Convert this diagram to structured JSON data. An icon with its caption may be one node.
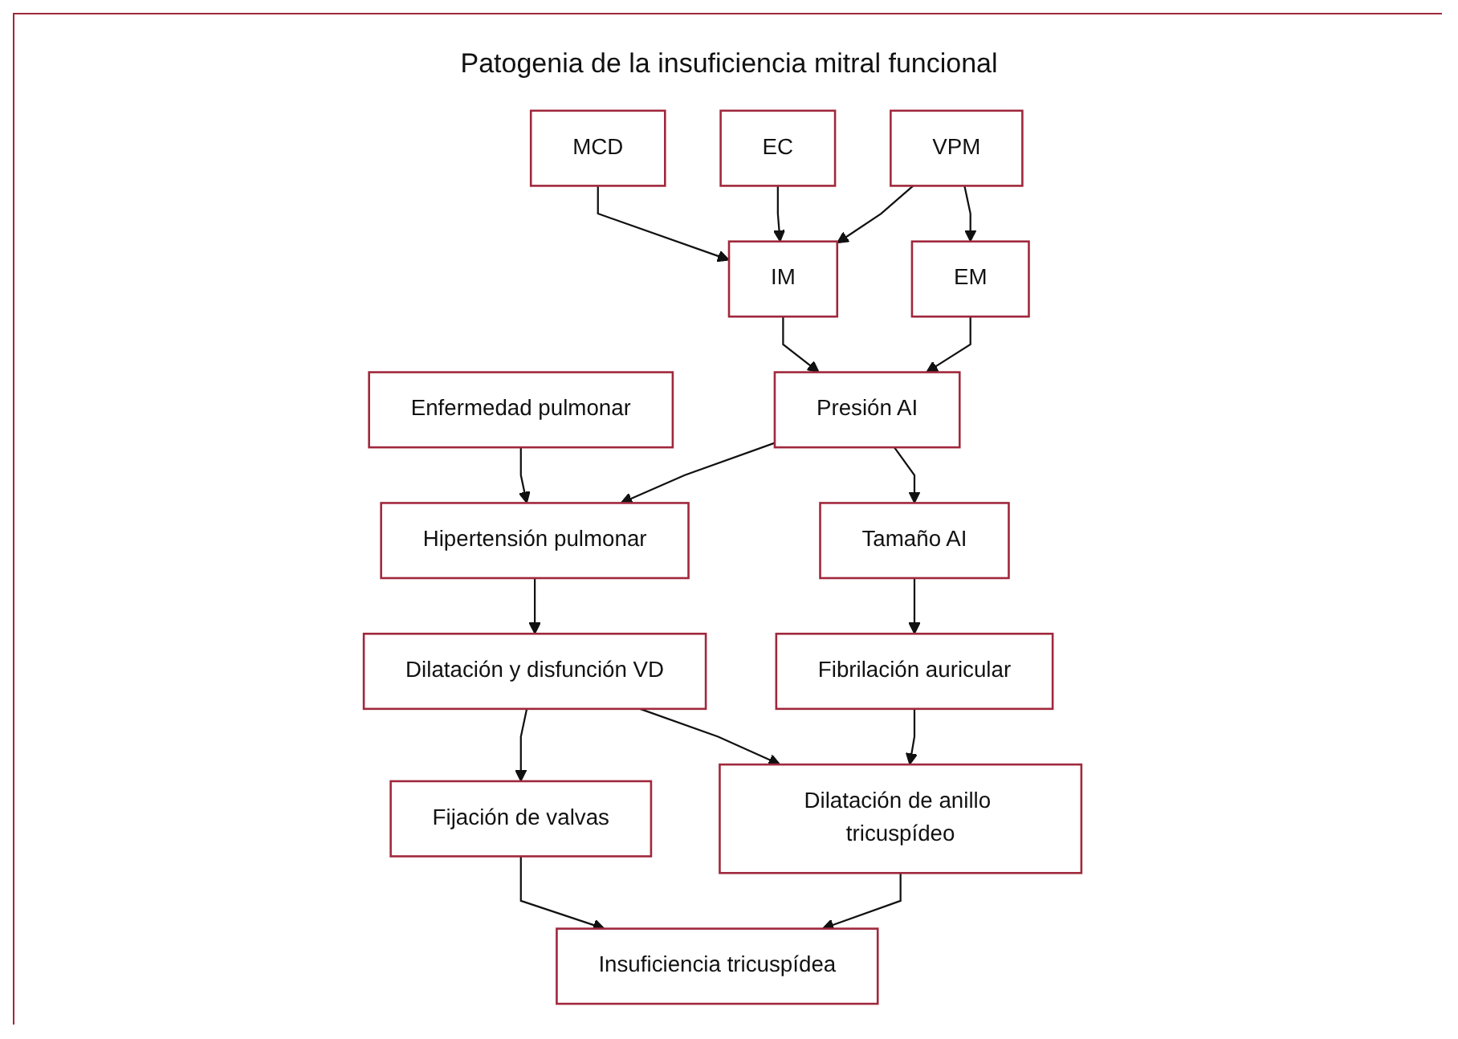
{
  "diagram": {
    "title": "Patogenia de la insuficiencia mitral funcional",
    "nodes": [
      {
        "text": [
          "VPM"
        ]
      },
      {
        "text": [
          "EC"
        ]
      },
      {
        "text": [
          "MCD"
        ]
      },
      {
        "text": [
          "Enfermedad pulmonar"
        ]
      },
      {
        "text": [
          "EM"
        ]
      },
      {
        "text": [
          "IM"
        ]
      },
      {
        "text": [
          "Presión AI"
        ]
      },
      {
        "text": [
          "Tamaño AI"
        ]
      },
      {
        "text": [
          "Hipertensión pulmonar"
        ]
      },
      {
        "text": [
          "Fibrilación auricular"
        ]
      },
      {
        "text": [
          "Dilatación y disfunción VD"
        ]
      },
      {
        "text": [
          "Dilatación de anillo tricuspídeo"
        ]
      },
      {
        "text": [
          "Fijación de valvas"
        ]
      },
      {
        "text": [
          "Insuficiencia tricuspídea"
        ]
      }
    ],
    "edges": [
      {
        "from": 0,
        "to": 4,
        "arrow": "to"
      },
      {
        "from": 0,
        "to": 5,
        "arrow": "to"
      },
      {
        "from": 1,
        "to": 5,
        "arrow": "to"
      },
      {
        "from": 2,
        "to": 5,
        "arrow": "to"
      },
      {
        "from": 4,
        "to": 6,
        "arrow": "to"
      },
      {
        "from": 5,
        "to": 6,
        "arrow": "to"
      },
      {
        "from": 3,
        "to": 8,
        "arrow": "to"
      },
      {
        "from": 6,
        "to": 7,
        "arrow": "to"
      },
      {
        "from": 6,
        "to": 8,
        "arrow": "to"
      },
      {
        "from": 7,
        "to": 9,
        "arrow": "to"
      },
      {
        "from": 8,
        "to": 10,
        "arrow": "to"
      },
      {
        "from": 9,
        "to": 11,
        "arrow": "to"
      },
      {
        "from": 10,
        "to": 11,
        "arrow": "to"
      },
      {
        "from": 10,
        "to": 12,
        "arrow": "to"
      },
      {
        "from": 11,
        "to": 13,
        "arrow": "to"
      },
      {
        "from": 12,
        "to": 13,
        "arrow": "to"
      }
    ]
  }
}
